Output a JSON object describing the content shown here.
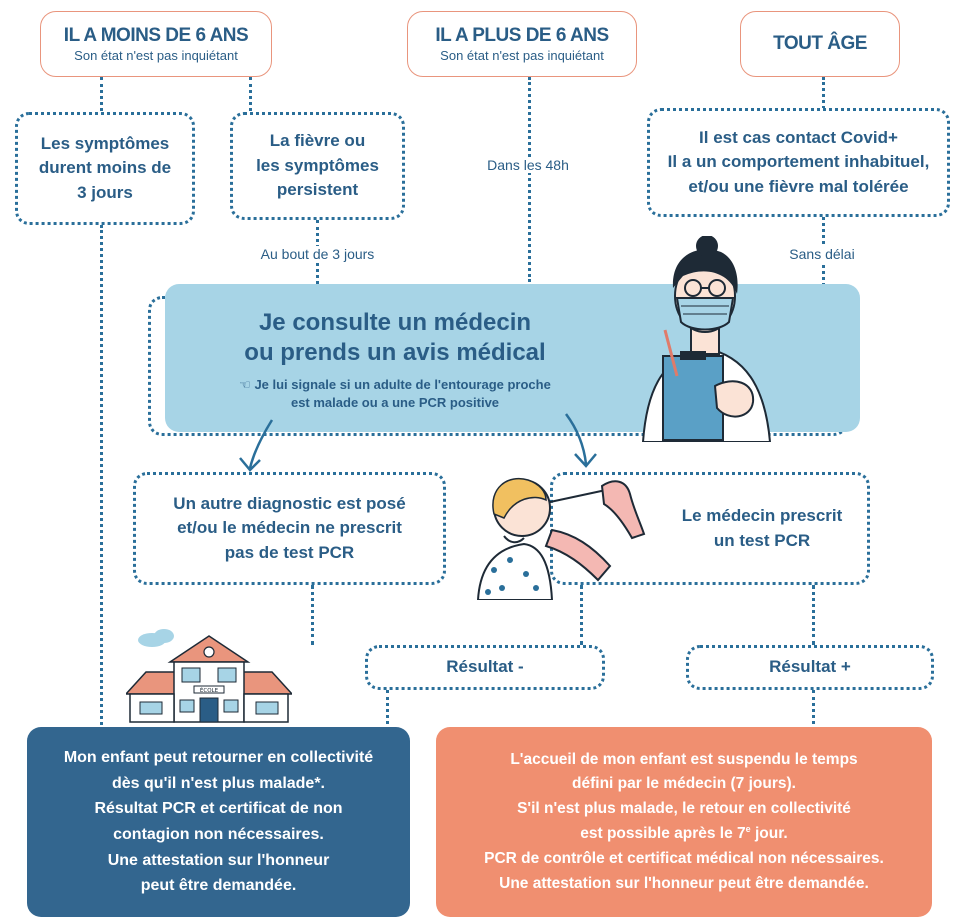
{
  "top": {
    "under6_title": "IL A MOINS DE 6 ANS",
    "under6_sub": "Son état n'est pas inquiétant",
    "over6_title": "IL A PLUS DE 6 ANS",
    "over6_sub": "Son état n'est pas inquiétant",
    "any_age_title": "TOUT ÂGE"
  },
  "branches": {
    "symptoms_short": [
      "Les symptômes",
      "durent moins de",
      "3 jours"
    ],
    "fever_persist": [
      "La fièvre ou",
      "les symptômes",
      "persistent"
    ],
    "within_48h": "Dans les 48h",
    "contact_case": [
      "Il est cas contact Covid+",
      "Il a un comportement inhabituel,",
      "et/ou une fièvre mal tolérée"
    ],
    "after_3_days": "Au bout de 3 jours",
    "without_delay": "Sans délai"
  },
  "consult": {
    "title_line1": "Je consulte un médecin",
    "title_line2": "ou prends un avis médical",
    "note_line1": "Je lui signale si un adulte de l'entourage proche",
    "note_line2": "est malade ou a une PCR positive"
  },
  "diagnosis": {
    "other": [
      "Un autre diagnostic est posé",
      "et/ou le médecin ne prescrit",
      "pas de test PCR"
    ],
    "pcr": [
      "Le médecin prescrit",
      "un test PCR"
    ]
  },
  "results": {
    "negative": "Résultat -",
    "positive": "Résultat +"
  },
  "school_sign": "ÉCOLE",
  "outcome_return": [
    "Mon enfant peut retourner en collectivité",
    "dès qu'il n'est plus malade*.",
    "Résultat PCR et certificat de non",
    "contagion non nécessaires.",
    "Une attestation sur l'honneur",
    "peut être demandée."
  ],
  "outcome_suspended": {
    "line1": "L'accueil de mon enfant est suspendu le temps",
    "line2": "défini par le médecin (7 jours).",
    "line3": "S'il n'est plus malade, le retour en collectivité",
    "line4_pre": "est possible après le 7",
    "line4_sup": "e",
    "line4_post": " jour.",
    "line5": "PCR de contrôle et certificat médical non nécessaires.",
    "line6": "Une attestation sur l'honneur peut être demandée."
  },
  "colors": {
    "navy": "#2a5d86",
    "salmon_border": "#e9957d",
    "light_blue": "#a7d4e6",
    "dark_blue": "#33668f",
    "orange": "#f08f70"
  }
}
